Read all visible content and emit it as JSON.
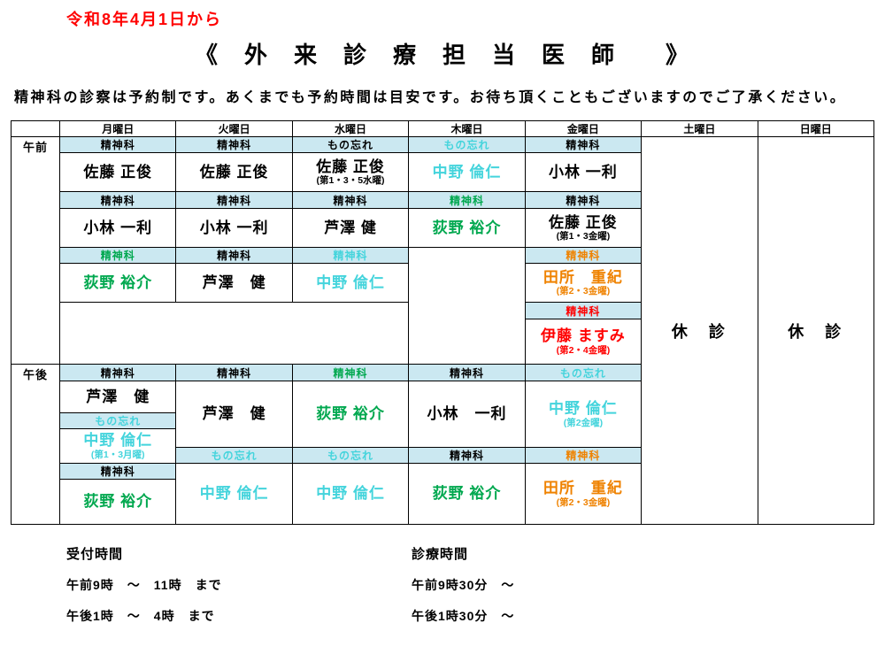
{
  "colors": {
    "black": "#000000",
    "cyan": "#44d4dc",
    "green": "#00a84f",
    "orange": "#ef8200",
    "red": "#ff0000",
    "header_bg": "#cbe8f1"
  },
  "header": {
    "effective_date": "令和8年4月1日から",
    "title": "《　外　来　診　療　担　当　医　師　　》",
    "note": "精神科の診察は予約制です。あくまでも予約時間は目安です。お待ち頂くこともございますのでご了承ください。"
  },
  "table": {
    "days": {
      "mon": "月曜日",
      "tue": "火曜日",
      "wed": "水曜日",
      "thu": "木曜日",
      "fri": "金曜日",
      "sat": "土曜日",
      "sun": "日曜日"
    },
    "sections": {
      "morning": "午前",
      "afternoon": "午後"
    },
    "closed": "休　診"
  },
  "schedule": {
    "morning": {
      "mon": [
        {
          "dept": "精神科",
          "dept_color": "#000000",
          "doctor": "佐藤 正俊",
          "color": "#000000",
          "note": ""
        },
        {
          "dept": "精神科",
          "dept_color": "#000000",
          "doctor": "小林 一利",
          "color": "#000000",
          "note": ""
        },
        {
          "dept": "精神科",
          "dept_color": "#00a84f",
          "doctor": "荻野 裕介",
          "color": "#00a84f",
          "note": ""
        }
      ],
      "tue": [
        {
          "dept": "精神科",
          "dept_color": "#000000",
          "doctor": "佐藤 正俊",
          "color": "#000000",
          "note": ""
        },
        {
          "dept": "精神科",
          "dept_color": "#000000",
          "doctor": "小林 一利",
          "color": "#000000",
          "note": ""
        },
        {
          "dept": "精神科",
          "dept_color": "#000000",
          "doctor": "芦澤　健",
          "color": "#000000",
          "note": ""
        }
      ],
      "wed": [
        {
          "dept": "もの忘れ",
          "dept_color": "#000000",
          "doctor": "佐藤 正俊",
          "color": "#000000",
          "note": "(第1・3・5水曜)"
        },
        {
          "dept": "精神科",
          "dept_color": "#000000",
          "doctor": "芦澤 健",
          "color": "#000000",
          "note": ""
        },
        {
          "dept": "精神科",
          "dept_color": "#44d4dc",
          "doctor": "中野 倫仁",
          "color": "#44d4dc",
          "note": ""
        }
      ],
      "thu": [
        {
          "dept": "もの忘れ",
          "dept_color": "#44d4dc",
          "doctor": "中野 倫仁",
          "color": "#44d4dc",
          "note": ""
        },
        {
          "dept": "精神科",
          "dept_color": "#00a84f",
          "doctor": "荻野 裕介",
          "color": "#00a84f",
          "note": ""
        }
      ],
      "fri": [
        {
          "dept": "精神科",
          "dept_color": "#000000",
          "doctor": "小林 一利",
          "color": "#000000",
          "note": ""
        },
        {
          "dept": "精神科",
          "dept_color": "#000000",
          "doctor": "佐藤 正俊",
          "color": "#000000",
          "note": "(第1・3金曜)"
        },
        {
          "dept": "精神科",
          "dept_color": "#ef8200",
          "doctor": "田所　重紀",
          "color": "#ef8200",
          "note": "(第2・3金曜)"
        },
        {
          "dept": "精神科",
          "dept_color": "#ff0000",
          "doctor": "伊藤 ますみ",
          "color": "#ff0000",
          "note": "(第2・4金曜)"
        }
      ]
    },
    "afternoon": {
      "mon": [
        {
          "dept": "精神科",
          "dept_color": "#000000",
          "doctor": "芦澤　健",
          "color": "#000000",
          "note": ""
        },
        {
          "dept": "もの忘れ",
          "dept_color": "#44d4dc",
          "doctor": "中野 倫仁",
          "color": "#44d4dc",
          "note": "(第1・3月曜)"
        },
        {
          "dept": "精神科",
          "dept_color": "#000000",
          "doctor": "荻野 裕介",
          "color": "#00a84f",
          "note": ""
        }
      ],
      "tue": [
        {
          "dept": "精神科",
          "dept_color": "#000000",
          "doctor": "芦澤　健",
          "color": "#000000",
          "note": ""
        },
        {
          "dept": "もの忘れ",
          "dept_color": "#44d4dc",
          "doctor": "中野 倫仁",
          "color": "#44d4dc",
          "note": ""
        }
      ],
      "wed": [
        {
          "dept": "精神科",
          "dept_color": "#00a84f",
          "doctor": "荻野 裕介",
          "color": "#00a84f",
          "note": ""
        },
        {
          "dept": "もの忘れ",
          "dept_color": "#44d4dc",
          "doctor": "中野 倫仁",
          "color": "#44d4dc",
          "note": ""
        }
      ],
      "thu": [
        {
          "dept": "精神科",
          "dept_color": "#000000",
          "doctor": "小林　一利",
          "color": "#000000",
          "note": ""
        },
        {
          "dept": "精神科",
          "dept_color": "#000000",
          "doctor": "荻野 裕介",
          "color": "#00a84f",
          "note": ""
        }
      ],
      "fri": [
        {
          "dept": "もの忘れ",
          "dept_color": "#44d4dc",
          "doctor": "中野 倫仁",
          "color": "#44d4dc",
          "note": "(第2金曜)"
        },
        {
          "dept": "精神科",
          "dept_color": "#ef8200",
          "doctor": "田所　重紀",
          "color": "#ef8200",
          "note": "(第2・3金曜)"
        }
      ]
    }
  },
  "footer": {
    "reception": {
      "title": "受付時間",
      "lines": [
        "午前9時　～　11時　まで",
        "午後1時　～　4時　まで"
      ]
    },
    "consultation": {
      "title": "診療時間",
      "lines": [
        "午前9時30分　～",
        "午後1時30分　～"
      ]
    }
  }
}
